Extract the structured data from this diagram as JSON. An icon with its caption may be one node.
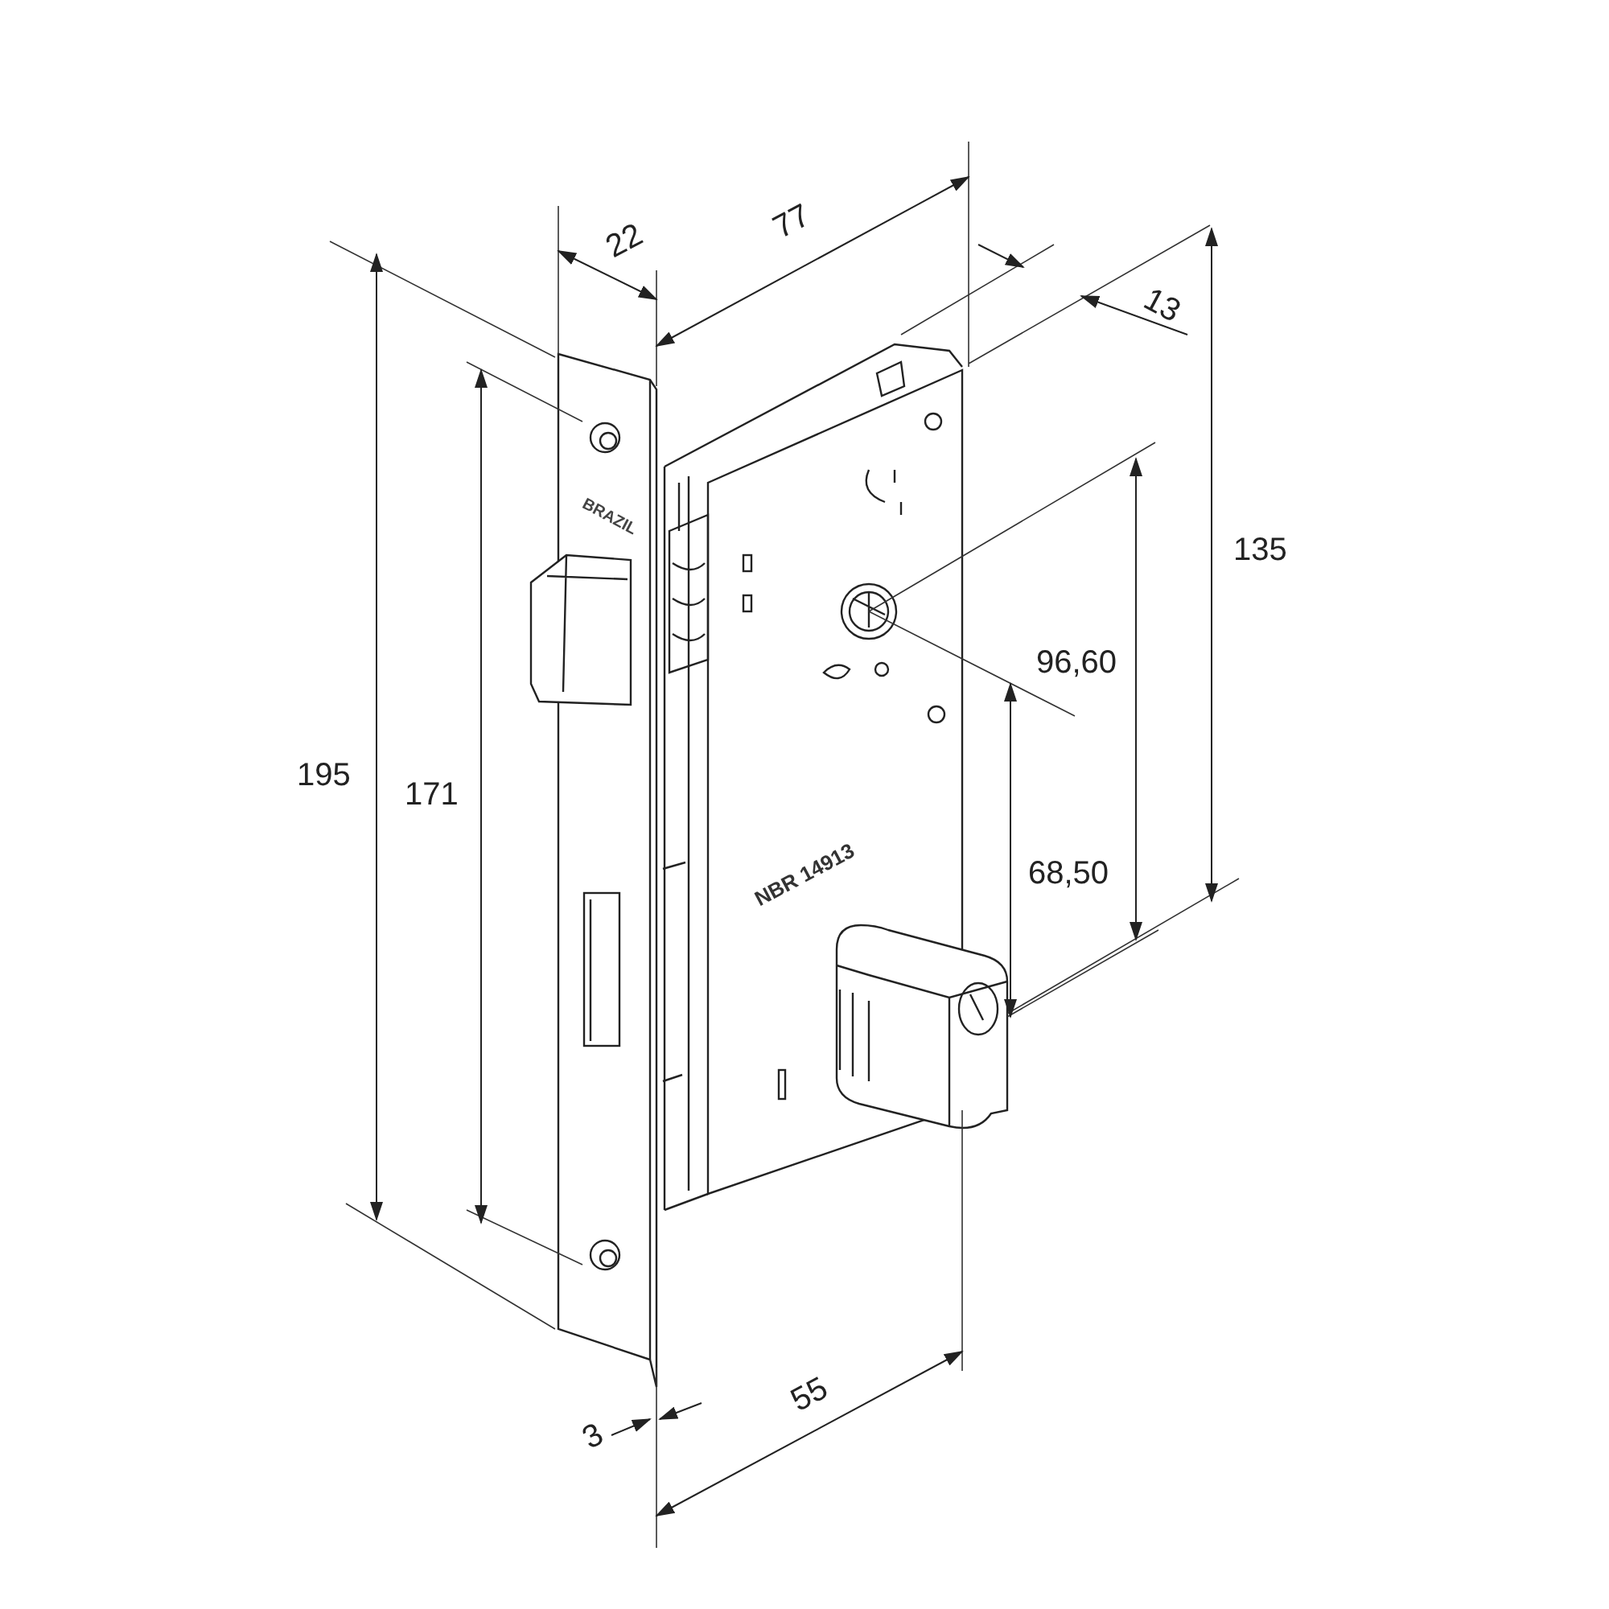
{
  "diagram": {
    "labels": [
      "22",
      "77",
      "13",
      "135",
      "BRAZIL",
      "96,60",
      "195",
      "171",
      "NBR 14913",
      "68,50",
      "3",
      "55"
    ]
  }
}
